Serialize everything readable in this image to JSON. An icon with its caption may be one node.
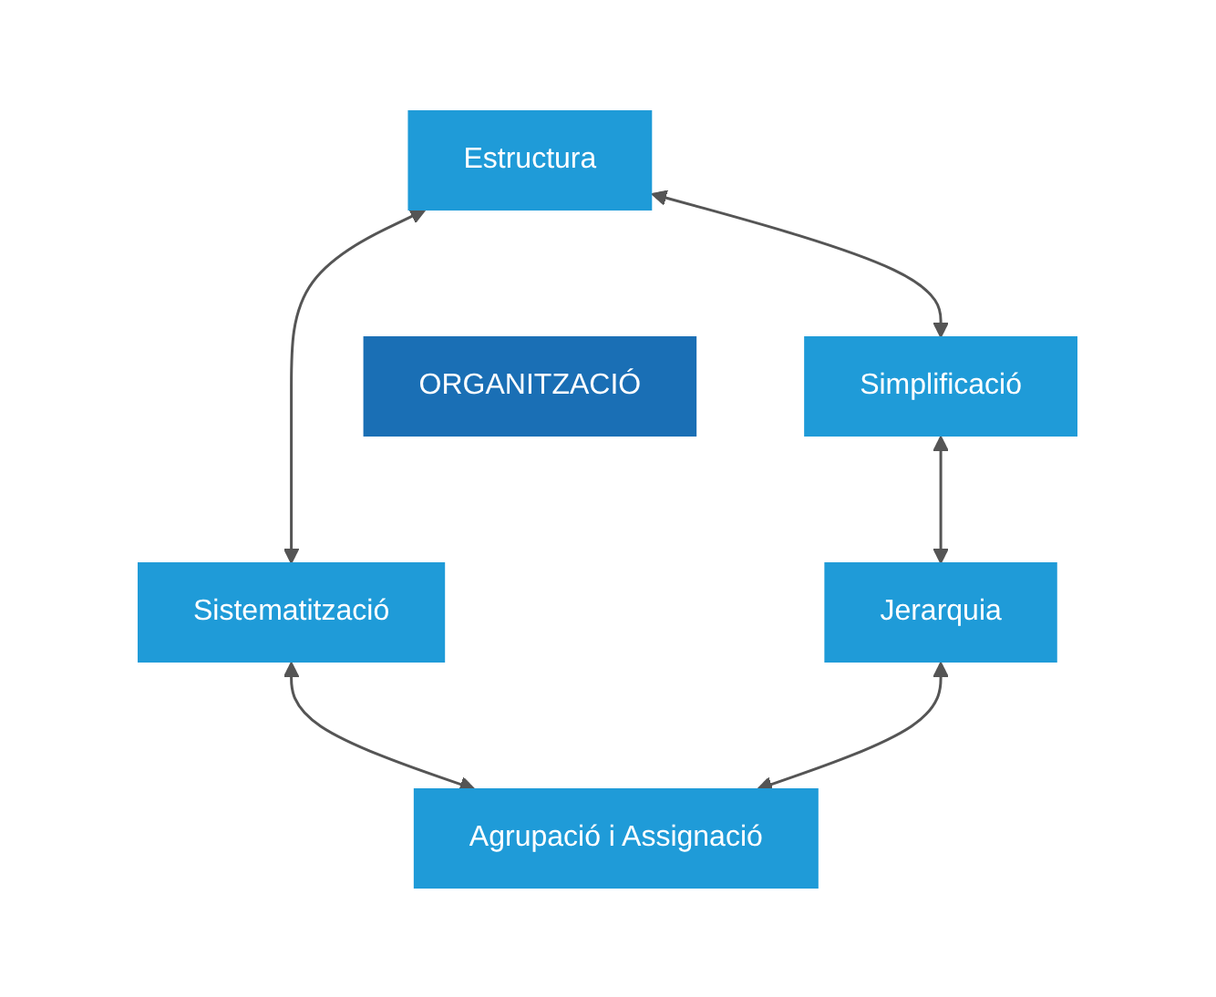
{
  "diagram": {
    "nodes": [
      {
        "text": [
          "Estructura"
        ]
      },
      {
        "text": [
          "Simplificació"
        ]
      },
      {
        "text": [
          "ORGANITZACIÓ"
        ]
      },
      {
        "text": [
          "Sistematització"
        ]
      },
      {
        "text": [
          "Jerarquia"
        ]
      },
      {
        "text": [
          "Agrupació i Assignació"
        ]
      }
    ],
    "edges": [
      {
        "from": 0,
        "to": 1,
        "arrow": "both"
      },
      {
        "from": 0,
        "to": 3,
        "arrow": "both"
      },
      {
        "from": 1,
        "to": 4,
        "arrow": "both"
      },
      {
        "from": 3,
        "to": 5,
        "arrow": "both"
      },
      {
        "from": 4,
        "to": 5,
        "arrow": "both"
      }
    ]
  }
}
